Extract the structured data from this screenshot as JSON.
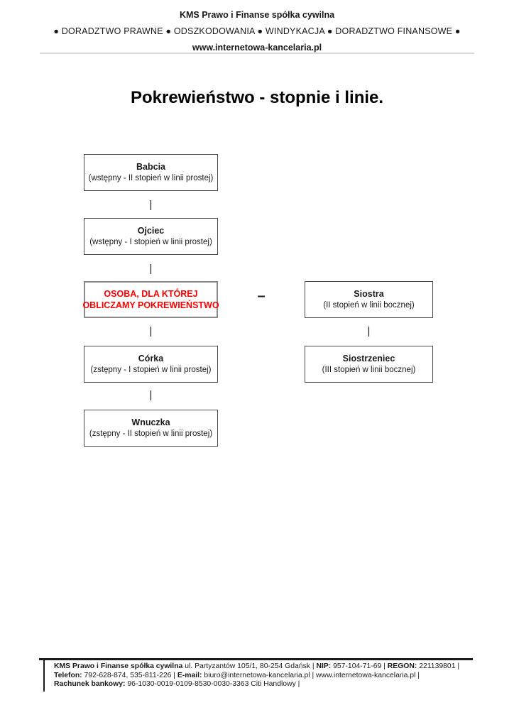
{
  "header": {
    "company": "KMS Prawo i Finanse spółka cywilna",
    "services": "● DORADZTWO PRAWNE ● ODSZKODOWANIA ● WINDYKACJA ● DORADZTWO FINANSOWE ●",
    "website": "www.internetowa-kancelaria.pl"
  },
  "title": "Pokrewieństwo - stopnie i linie.",
  "diagram": {
    "connector_glyph": "|",
    "sibling_dash": "–",
    "highlight_color": "#ff0000",
    "boxes": {
      "babcia": {
        "title": "Babcia",
        "subtitle": "(wstępny - II stopień w linii prostej)"
      },
      "ojciec": {
        "title": "Ojciec",
        "subtitle": "(wstępny - I stopień w linii prostej)"
      },
      "osoba": {
        "line1": "OSOBA, DLA KTÓREJ",
        "line2": "OBLICZAMY POKREWIEŃSTWO"
      },
      "siostra": {
        "title": "Siostra",
        "subtitle": "(II stopień w linii bocznej)"
      },
      "corka": {
        "title": "Córka",
        "subtitle": "(zstępny - I stopień w linii prostej)"
      },
      "siostrzeniec": {
        "title": "Siostrzeniec",
        "subtitle": "(III stopień w linii bocznej)"
      },
      "wnuczka": {
        "title": "Wnuczka",
        "subtitle": "(zstępny - II stopień w linii prostej)"
      }
    }
  },
  "footer": {
    "line1": [
      {
        "text": "KMS Prawo i Finanse spółka cywilna",
        "bold": true
      },
      {
        "text": " ul. Partyzantów 105/1, 80-254 Gdańsk  |  ",
        "bold": false
      },
      {
        "text": "NIP:",
        "bold": true
      },
      {
        "text": " 957-104-71-69  |  ",
        "bold": false
      },
      {
        "text": "REGON:",
        "bold": true
      },
      {
        "text": " 221139801  |",
        "bold": false
      }
    ],
    "line2": [
      {
        "text": "Telefon:",
        "bold": true
      },
      {
        "text": " 792-628-874, 535-811-226  |  ",
        "bold": false
      },
      {
        "text": "E-mail:",
        "bold": true
      },
      {
        "text": " biuro@internetowa-kancelaria.pl  |  www.internetowa-kancelaria.pl  |",
        "bold": false
      }
    ],
    "line3": [
      {
        "text": "Rachunek bankowy:",
        "bold": true
      },
      {
        "text": " 96-1030-0019-0109-8530-0030-3363 Citi Handlowy  |",
        "bold": false
      }
    ]
  }
}
